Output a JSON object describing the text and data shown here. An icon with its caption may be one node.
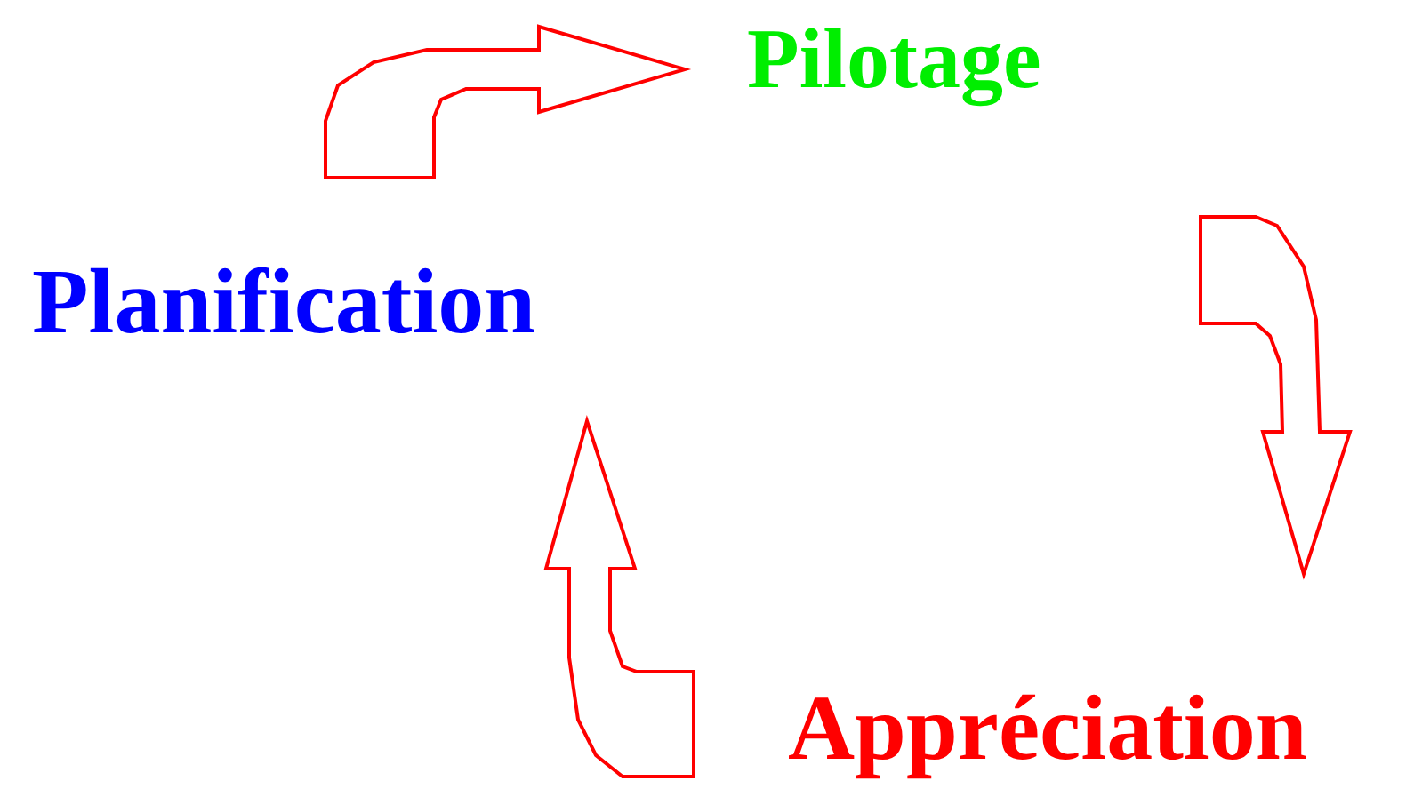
{
  "diagram": {
    "nodes": [
      {
        "text": [
          "Pilotage"
        ]
      },
      {
        "text": [
          "Planification"
        ]
      },
      {
        "text": [
          "Appréciation"
        ]
      }
    ],
    "edges": [
      {
        "from": 1,
        "to": 0,
        "arrow": "to"
      },
      {
        "from": 0,
        "to": 2,
        "arrow": "to"
      },
      {
        "from": 2,
        "to": 1,
        "arrow": "to"
      }
    ]
  }
}
